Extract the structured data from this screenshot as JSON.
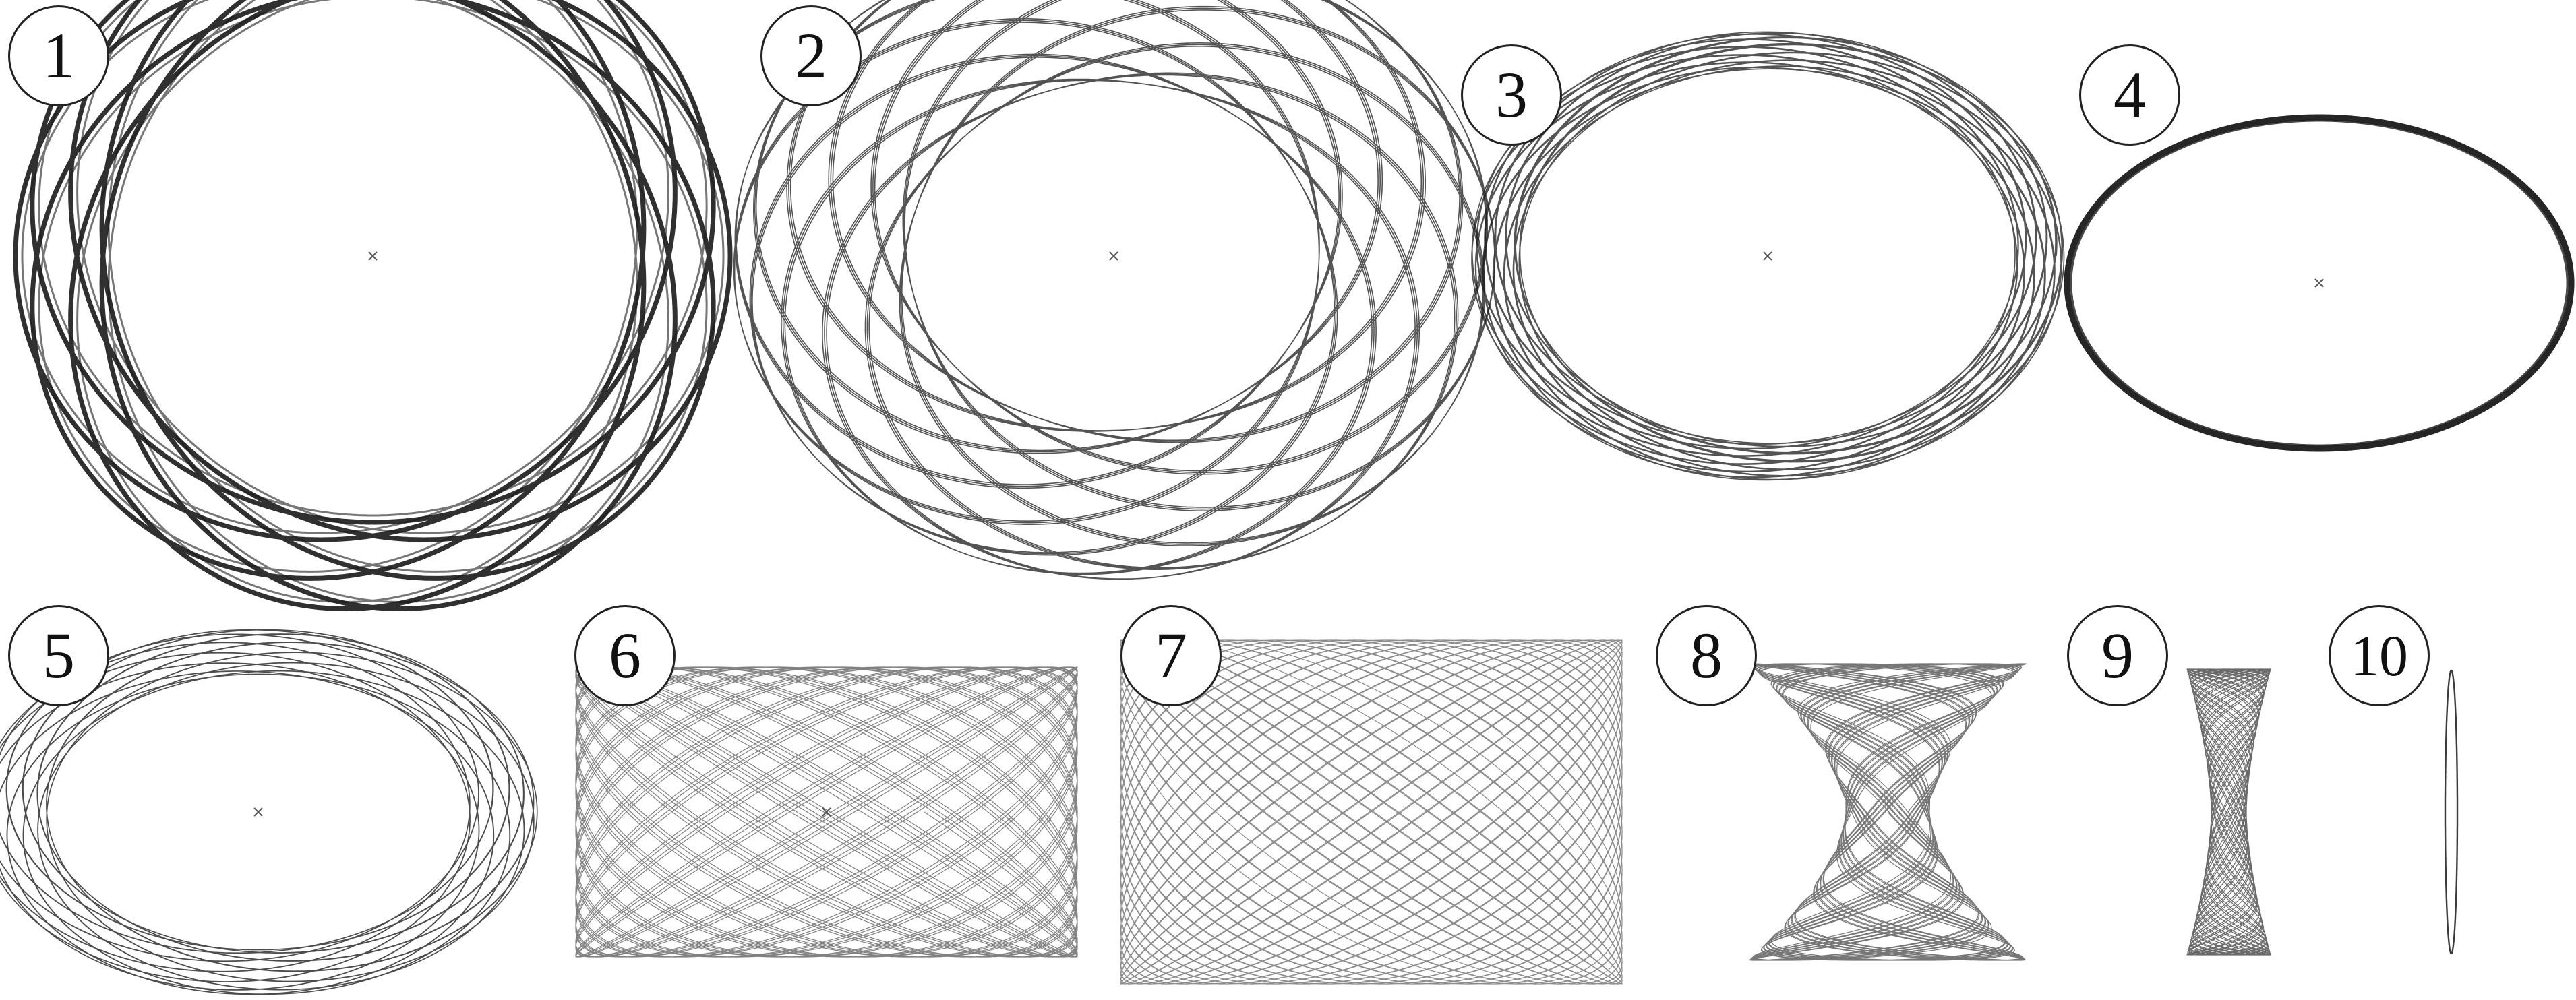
{
  "panels": [
    {
      "label": "1",
      "shape": "rosette",
      "loops": 5,
      "has_center_marker": true
    },
    {
      "label": "2",
      "shape": "thick-annulus",
      "has_center_marker": true
    },
    {
      "label": "3",
      "shape": "medium-annulus",
      "has_center_marker": true
    },
    {
      "label": "4",
      "shape": "thin-ellipse",
      "has_center_marker": true
    },
    {
      "label": "5",
      "shape": "elliptic-annulus",
      "has_center_marker": true
    },
    {
      "label": "6",
      "shape": "flattened-box-orbit",
      "has_center_marker": true
    },
    {
      "label": "7",
      "shape": "flattened-box-orbit",
      "has_center_marker": true
    },
    {
      "label": "8",
      "shape": "hourglass",
      "has_center_marker": false
    },
    {
      "label": "9",
      "shape": "narrow-hourglass",
      "has_center_marker": false
    },
    {
      "label": "10",
      "shape": "needle",
      "has_center_marker": false
    }
  ],
  "colors": {
    "stroke": "#1a1a1a",
    "background": "#ffffff",
    "label_border": "#222222"
  }
}
